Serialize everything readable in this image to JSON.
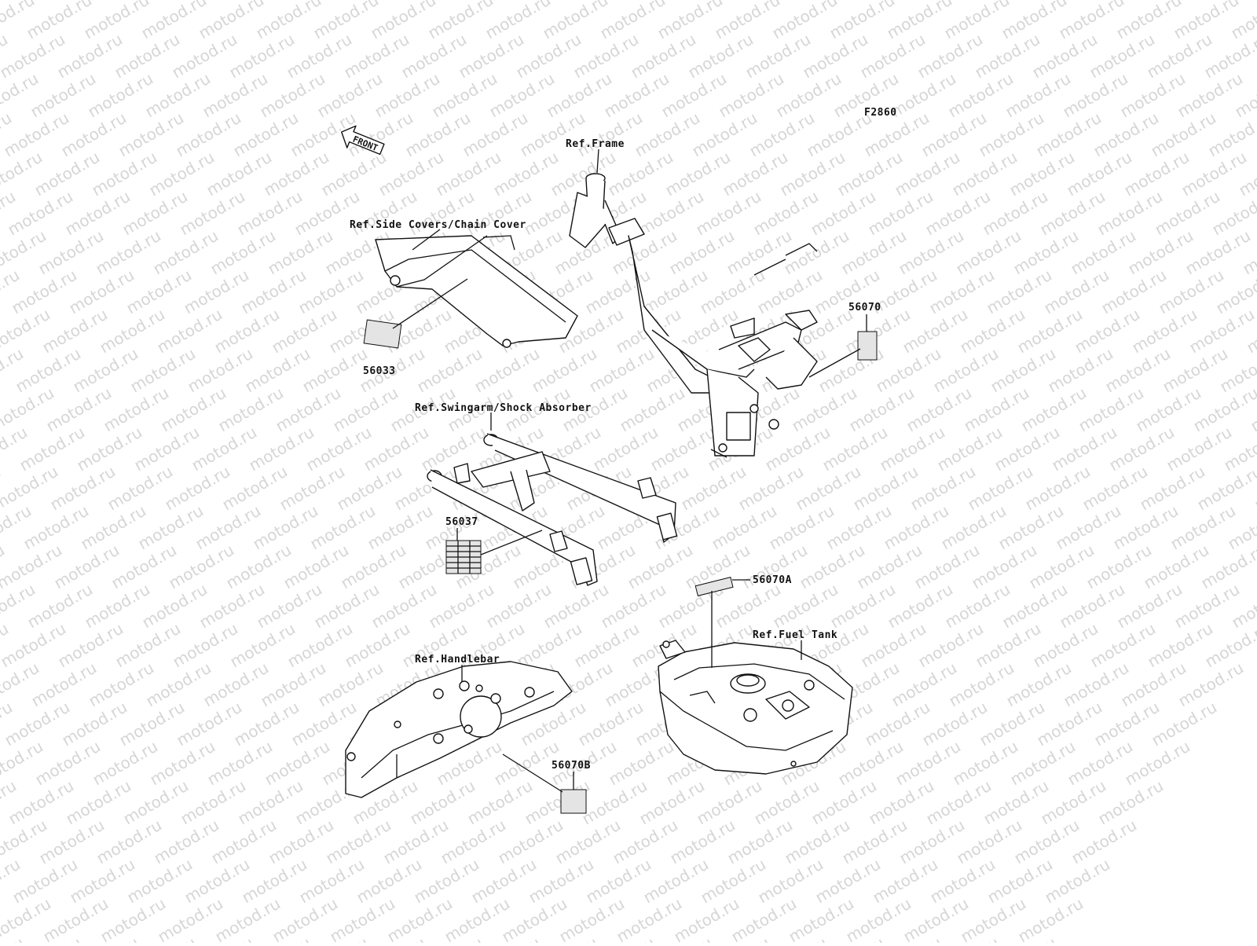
{
  "diagram": {
    "code": "F2860",
    "front_label": "FRONT",
    "watermark": "motod.ru",
    "references": {
      "frame": "Ref.Frame",
      "side_covers": "Ref.Side Covers/Chain Cover",
      "swingarm": "Ref.Swingarm/Shock Absorber",
      "handlebar": "Ref.Handlebar",
      "fuel_tank": "Ref.Fuel Tank"
    },
    "labels": [
      {
        "id": "p56033",
        "number": "56033"
      },
      {
        "id": "p56070",
        "number": "56070"
      },
      {
        "id": "p56037",
        "number": "56037"
      },
      {
        "id": "p56070A",
        "number": "56070A"
      },
      {
        "id": "p56070B",
        "number": "56070B"
      }
    ]
  }
}
